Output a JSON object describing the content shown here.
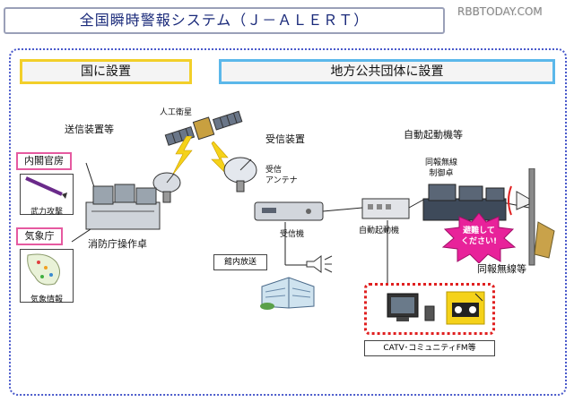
{
  "title": "全国瞬時警報システム（Ｊ－ＡＬＥＲＴ）",
  "watermark": "RBBTODAY.COM",
  "headers": {
    "national": "国に設置",
    "local": "地方公共団体に設置"
  },
  "labels": {
    "transmitter_group": "送信装置等",
    "satellite": "人工衛星",
    "receiver_group": "受信装置",
    "auto_group": "自動起動機等",
    "cabinet_office": "内閣官房",
    "armed_attack": "武力攻撃",
    "jma": "気象庁",
    "weather_info": "気象情報",
    "fdma_console": "消防庁操作卓",
    "receive_antenna": "受信\nアンテナ",
    "receiver": "受信機",
    "in_house_broadcast": "館内放送",
    "auto_starter": "自動起動機",
    "radio_control": "同報無線\n制御卓",
    "evacuate": "避難して\nください!",
    "radio_system": "同報無線等",
    "catv": "CATV･コミュニティFM等"
  },
  "colors": {
    "title_text": "#1a2a7a",
    "national_border": "#f2cf2a",
    "local_border": "#5bb8ea",
    "frame": "#4a5acb",
    "pink": "#e65aa0",
    "red": "#e02020",
    "lightning": "#f5d21a"
  }
}
